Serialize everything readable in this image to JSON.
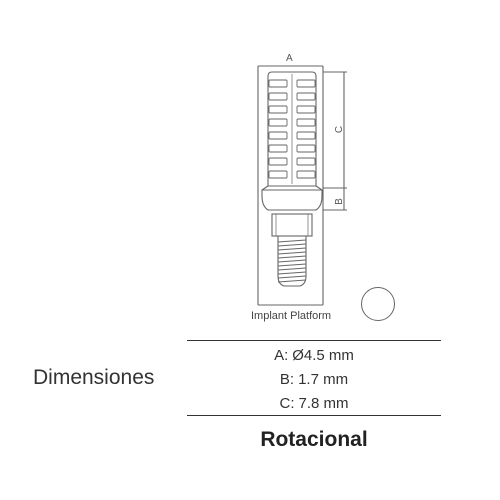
{
  "drawing": {
    "dimension_letters": {
      "a": "A",
      "b": "B",
      "c": "C"
    },
    "platform_label": "Implant Platform"
  },
  "specs": {
    "section_title": "Dimensiones",
    "rows": [
      {
        "key": "A:",
        "value": "Ø4.5 mm"
      },
      {
        "key": "B:",
        "value": "1.7 mm"
      },
      {
        "key": "C:",
        "value": "7.8 mm"
      }
    ],
    "connection_type": "Rotacional"
  },
  "colors": {
    "line": "#666666",
    "text": "#333333"
  }
}
